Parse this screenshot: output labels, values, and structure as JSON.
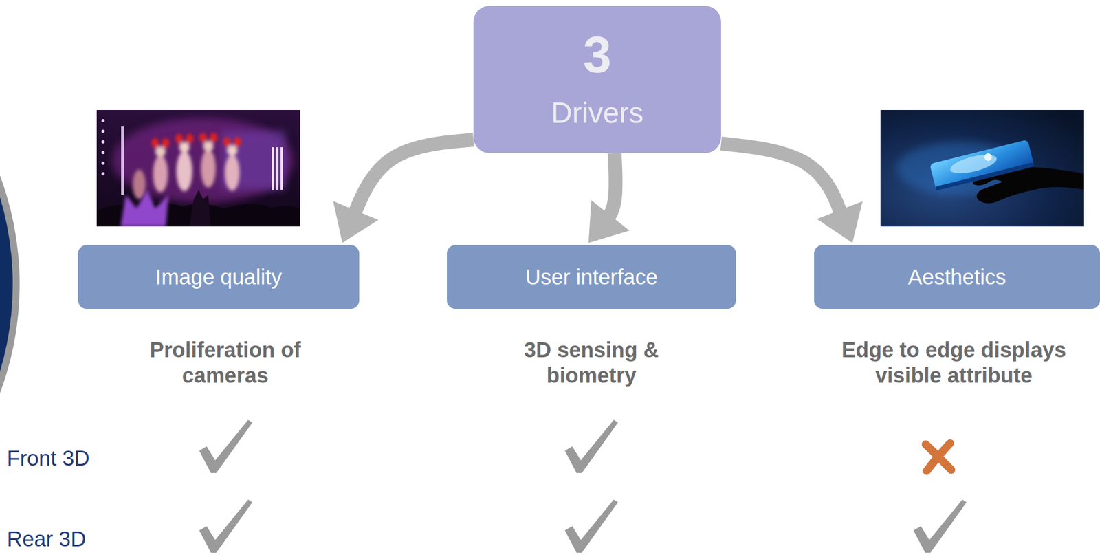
{
  "diagram": {
    "nodes": [
      {
        "text": [
          "3",
          "Drivers"
        ]
      },
      {
        "text": [
          "Image quality"
        ]
      },
      {
        "text": [
          "User interface"
        ]
      },
      {
        "text": [
          "Aesthetics"
        ]
      }
    ],
    "edges": [
      {
        "from": 0,
        "to": 1,
        "arrow": "to"
      },
      {
        "from": 0,
        "to": 2,
        "arrow": "to"
      },
      {
        "from": 0,
        "to": 3,
        "arrow": "to"
      }
    ],
    "labels": [
      "Proliferation of cameras",
      "3D sensing & biometry",
      "Edge to edge displays visible attribute",
      "Front 3D",
      "Rear 3D"
    ]
  }
}
